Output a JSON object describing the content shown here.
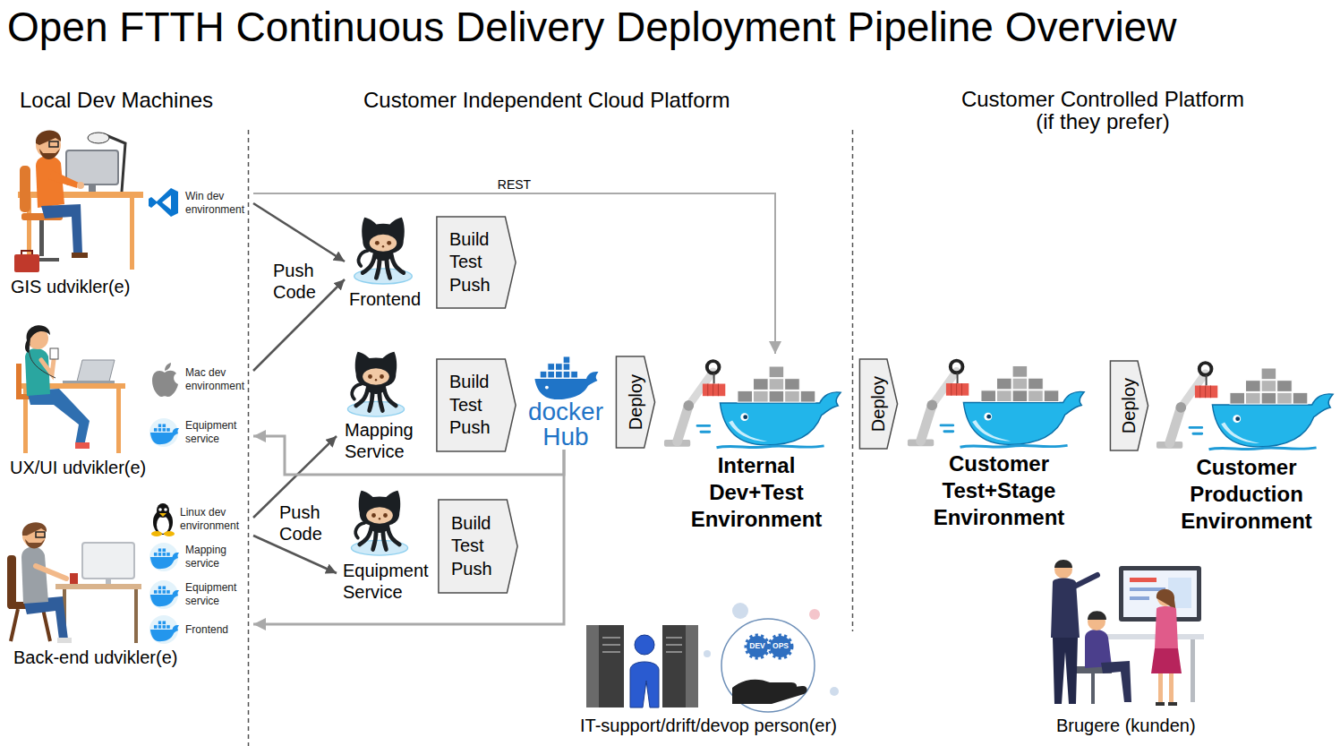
{
  "diagram": {
    "title": "Open FTTH Continuous Delivery Deployment Pipeline Overview",
    "nodes": [
      {
        "text": [
          "GIS udvikler(e)"
        ]
      },
      {
        "text": [
          "Win dev environment"
        ]
      },
      {
        "text": [
          "UX/UI udvikler(e)"
        ]
      },
      {
        "text": [
          "Mac dev environment"
        ]
      },
      {
        "text": [
          "Equipment service"
        ]
      },
      {
        "text": [
          "Back-end udvikler(e)"
        ]
      },
      {
        "text": [
          "Linux dev environment"
        ]
      },
      {
        "text": [
          "Mapping service"
        ]
      },
      {
        "text": [
          "Equipment service"
        ]
      },
      {
        "text": [
          "Frontend"
        ]
      },
      {
        "text": [
          "Frontend"
        ]
      },
      {
        "text": [
          "Build Test Push"
        ]
      },
      {
        "text": [
          "Mapping Service"
        ]
      },
      {
        "text": [
          "Build Test Push"
        ]
      },
      {
        "text": [
          "Equipment Service"
        ]
      },
      {
        "text": [
          "Build Test Push"
        ]
      },
      {
        "text": [
          "docker Hub"
        ]
      },
      {
        "text": [
          "Deploy"
        ]
      },
      {
        "text": [
          "Internal Dev+Test Environment"
        ]
      },
      {
        "text": [
          "Deploy"
        ]
      },
      {
        "text": [
          "Customer Test+Stage Environment"
        ]
      },
      {
        "text": [
          "Deploy"
        ]
      },
      {
        "text": [
          "Customer Production Environment"
        ]
      },
      {
        "text": [
          "IT-support/drift/devop person(er)"
        ]
      },
      {
        "text": [
          "Brugere (kunden)"
        ]
      }
    ],
    "edges": [
      {
        "from": 1,
        "to": 10,
        "arrow": "to"
      },
      {
        "from": 3,
        "to": 10,
        "arrow": "to"
      },
      {
        "from": 1,
        "to": 18,
        "label": "REST",
        "arrow": "to"
      },
      {
        "from": 6,
        "to": 12,
        "arrow": "to"
      },
      {
        "from": 6,
        "to": 14,
        "arrow": "to"
      },
      {
        "from": 16,
        "to": 4,
        "arrow": "to"
      },
      {
        "from": 16,
        "to": 9,
        "arrow": "to"
      }
    ],
    "labels": [
      "Local Dev Machines",
      "Customer Independent Cloud Platform",
      "Customer Controlled Platform (if they prefer)",
      "Push Code",
      "Push Code",
      "DEV",
      "OPS"
    ]
  }
}
